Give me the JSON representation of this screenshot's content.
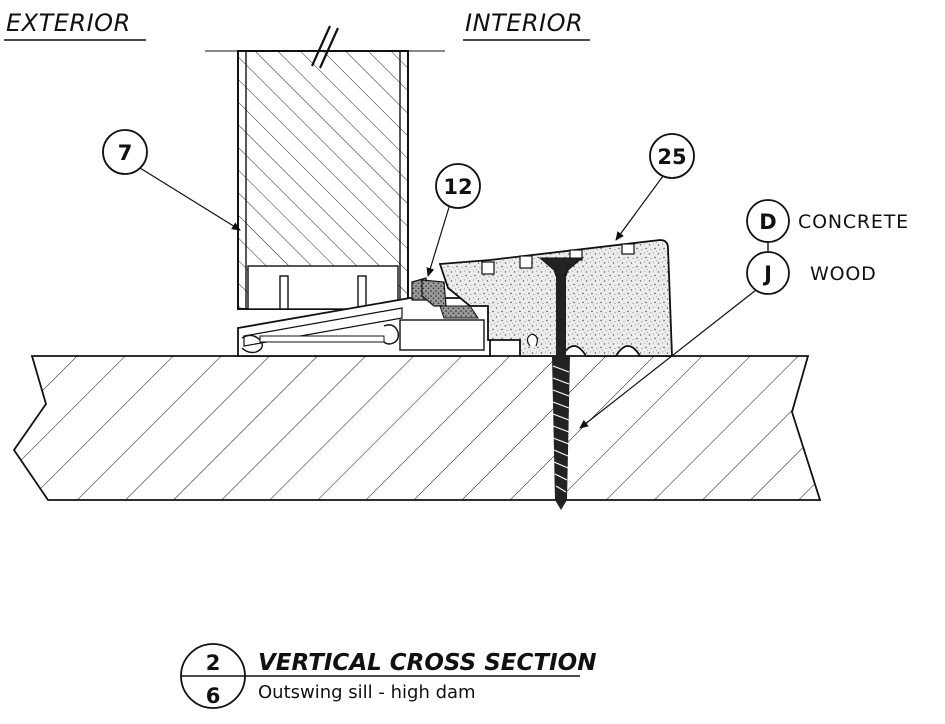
{
  "headings": {
    "exterior": "EXTERIOR",
    "interior": "INTERIOR"
  },
  "callouts": [
    {
      "id": "7",
      "label": "7"
    },
    {
      "id": "12",
      "label": "12"
    },
    {
      "id": "25",
      "label": "25"
    }
  ],
  "materials": {
    "concrete": {
      "key": "D",
      "text": "CONCRETE"
    },
    "wood": {
      "key": "J",
      "text": "WOOD"
    }
  },
  "title_block": {
    "detail_number": "2",
    "sheet_number": "6",
    "title": "VERTICAL CROSS SECTION",
    "subtitle": "Outswing sill - high dam"
  }
}
